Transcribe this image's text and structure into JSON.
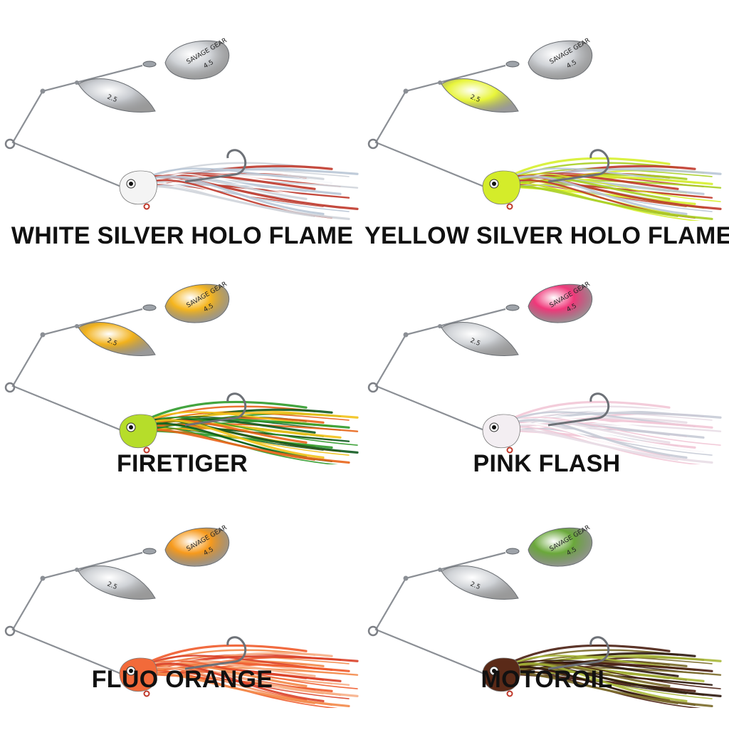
{
  "brand_mark": "SAVAGE GEAR",
  "lures": [
    {
      "name": "WHITE SILVER HOLO FLAME",
      "colorway": {
        "front_blade": "#c9ccd1",
        "rear_blade": "#cfd2d6",
        "head": "#f4f4f4",
        "skirt": [
          "#ffffff",
          "#cfd4da",
          "#b9c6d6",
          "#c0392b"
        ]
      },
      "blade_numbers": [
        "2.5",
        "4.5"
      ]
    },
    {
      "name": "YELLOW SILVER HOLO FLAME",
      "colorway": {
        "front_blade": "#e8f53a",
        "rear_blade": "#cfd2d6",
        "head": "#d4ec2a",
        "skirt": [
          "#d6ef2c",
          "#a9cf23",
          "#b9c6d6",
          "#c0392b"
        ]
      },
      "blade_numbers": [
        "2.5",
        "4.5"
      ]
    },
    {
      "name": "FIRETIGER",
      "colorway": {
        "front_blade": "#f2b21c",
        "rear_blade": "#f5b51e",
        "head": "#b6dd2a",
        "skirt": [
          "#2f9a2a",
          "#e8651a",
          "#f2c21a",
          "#0f5a1f"
        ]
      },
      "blade_numbers": [
        "2.5",
        "4.5"
      ]
    },
    {
      "name": "PINK FLASH",
      "colorway": {
        "front_blade": "#cfd2d6",
        "rear_blade": "#f0387a",
        "head": "#f3eef2",
        "skirt": [
          "#f2c6d6",
          "#e8dde5",
          "#c6cbd6",
          "#ffffff"
        ]
      },
      "blade_numbers": [
        "2.5",
        "4.5"
      ]
    },
    {
      "name": "FLUO ORANGE",
      "colorway": {
        "front_blade": "#cfd2d6",
        "rear_blade": "#f79a1c",
        "head": "#f26a3a",
        "skirt": [
          "#f05b2b",
          "#f38a4a",
          "#d9412a",
          "#f7b08a"
        ]
      },
      "blade_numbers": [
        "2.5",
        "4.5"
      ]
    },
    {
      "name": "MOTOROIL",
      "colorway": {
        "front_blade": "#cfd2d6",
        "rear_blade": "#6aa83a",
        "head": "#5a2a18",
        "skirt": [
          "#4a1f12",
          "#7a6a2a",
          "#a9b83a",
          "#2e1a10"
        ]
      },
      "blade_numbers": [
        "2.5",
        "4.5"
      ]
    }
  ]
}
